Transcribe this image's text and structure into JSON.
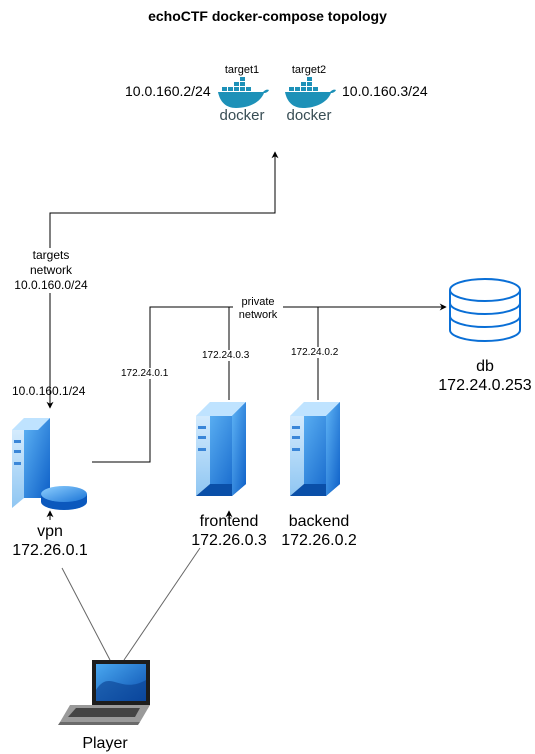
{
  "title": "echoCTF docker-compose topology",
  "targets": [
    {
      "name": "target1",
      "ip": "10.0.160.2/24",
      "logo": "docker"
    },
    {
      "name": "target2",
      "ip": "10.0.160.3/24",
      "logo": "docker"
    }
  ],
  "targets_network": {
    "line1": "targets",
    "line2": "network",
    "line3": "10.0.160.0/24"
  },
  "private_network": {
    "line1": "private",
    "line2": "network"
  },
  "vpn": {
    "name": "vpn",
    "ip": "172.26.0.1",
    "targets_ip": "10.0.160.1/24",
    "private_ip": "172.24.0.1"
  },
  "frontend": {
    "name": "frontend",
    "ip": "172.26.0.3",
    "private_ip": "172.24.0.3"
  },
  "backend": {
    "name": "backend",
    "ip": "172.26.0.2",
    "private_ip": "172.24.0.2"
  },
  "db": {
    "name": "db",
    "ip": "172.24.0.253"
  },
  "player": {
    "name": "Player"
  },
  "colors": {
    "docker_blue": "#1d91b8",
    "docker_text": "#384d54",
    "server_blue": "#2a7fd6",
    "db_blue": "#0a6fd6"
  }
}
